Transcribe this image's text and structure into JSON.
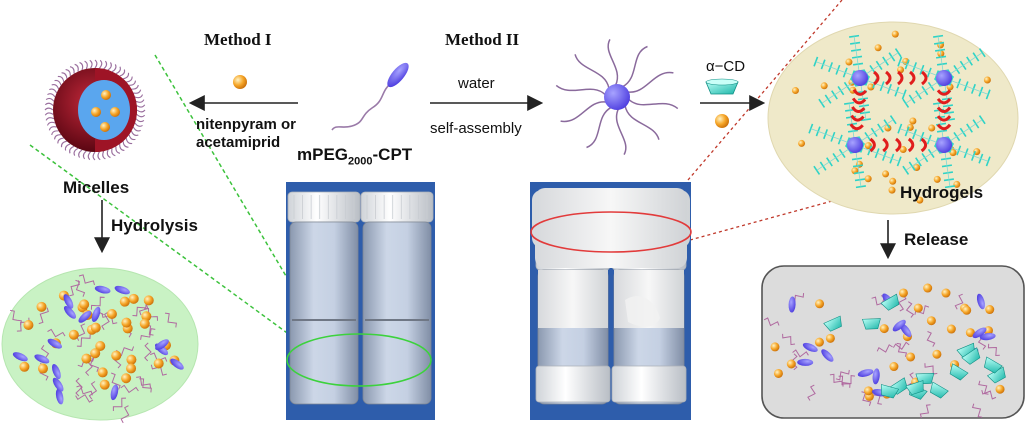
{
  "labels": {
    "method1": "Method I",
    "method2": "Method II",
    "water": "water",
    "self_assembly": "self-assembly",
    "alpha_cd": "α−CD",
    "nitenpyram_line1": "nitenpyram or",
    "nitenpyram_line2": "acetamiprid",
    "mpeg_prefix": "mPEG",
    "mpeg_sub": "2000",
    "mpeg_suffix": "-CPT",
    "micelles": "Micelles",
    "hydrolysis": "Hydrolysis",
    "hydrogels": "Hydrogels",
    "release": "Release"
  },
  "colors": {
    "drug_orange": "#f5a623",
    "cpt_blue": "#6a5ee8",
    "cd_cyan": "#3fd6c8",
    "micelle_red": "#8b1020",
    "micelle_core": "#5aa6ee",
    "green_panel": "#c9f2c4",
    "hydrogel_panel": "#efe9c9",
    "release_panel": "#dcdcdc",
    "dashed_green": "#3cc23c",
    "dashed_red": "#c0392b"
  }
}
